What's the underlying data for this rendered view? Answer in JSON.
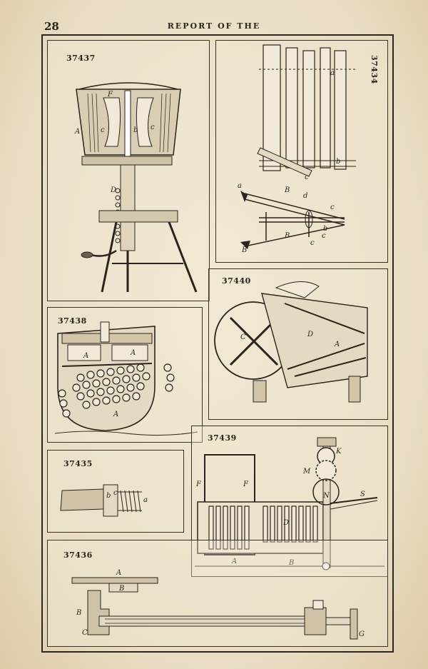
{
  "header": {
    "page_number": "28",
    "title": "REPORT OF THE"
  },
  "figures": [
    {
      "number": "37437",
      "labels": [
        "F",
        "A",
        "c",
        "b",
        "c",
        "D"
      ]
    },
    {
      "number": "37434",
      "labels": [
        "a",
        "B",
        "b",
        "c",
        "B",
        "a",
        "d",
        "c",
        "c",
        "c",
        "B",
        "b"
      ]
    },
    {
      "number": "37438",
      "labels": [
        "A",
        "A",
        "A"
      ]
    },
    {
      "number": "37440",
      "labels": [
        "C",
        "D",
        "A"
      ]
    },
    {
      "number": "37435",
      "labels": [
        "b",
        "c",
        "a"
      ]
    },
    {
      "number": "37439",
      "labels": [
        "K",
        "M",
        "N",
        "S",
        "F",
        "F",
        "D",
        "A",
        "B"
      ]
    },
    {
      "number": "37436",
      "labels": [
        "A",
        "B",
        "B",
        "C",
        "G"
      ]
    }
  ]
}
